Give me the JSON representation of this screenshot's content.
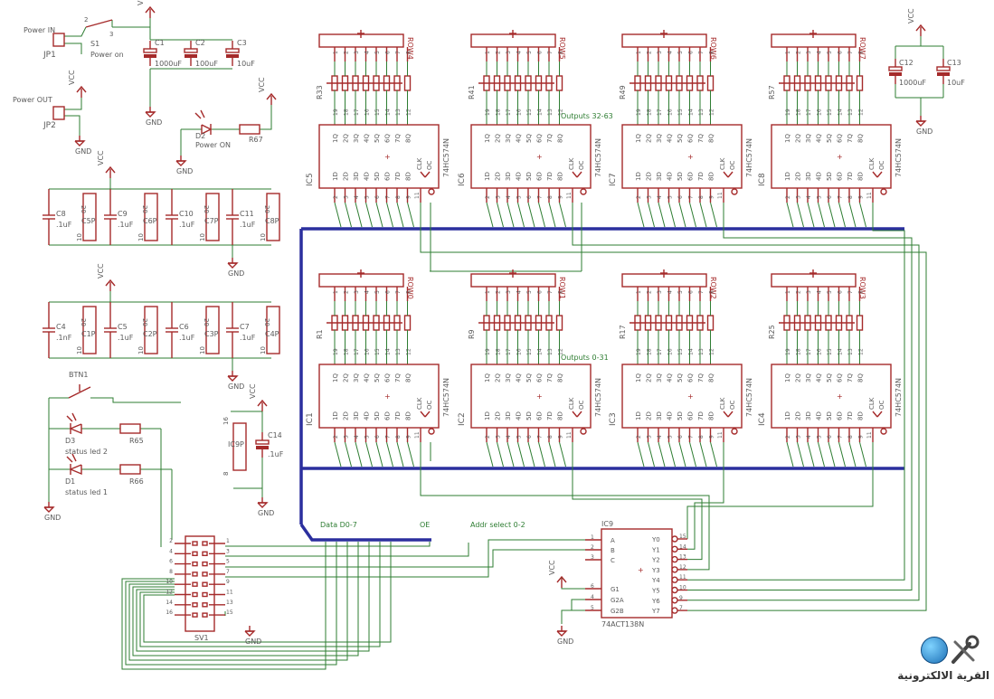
{
  "schematic": {
    "top_chips": [
      {
        "ic": "IC5",
        "row": "ROW4",
        "rn": "R33"
      },
      {
        "ic": "IC6",
        "row": "ROW5",
        "rn": "R41"
      },
      {
        "ic": "IC7",
        "row": "ROW6",
        "rn": "R49"
      },
      {
        "ic": "IC8",
        "row": "ROW7",
        "rn": "R57"
      }
    ],
    "bottom_chips": [
      {
        "ic": "IC1",
        "row": "ROW0",
        "rn": "R1"
      },
      {
        "ic": "IC2",
        "row": "ROW1",
        "rn": "R9"
      },
      {
        "ic": "IC3",
        "row": "ROW2",
        "rn": "R17"
      },
      {
        "ic": "IC4",
        "row": "ROW3",
        "rn": "R25"
      }
    ],
    "chip_part": "74HC574N",
    "q_pins": [
      "1Q",
      "2Q",
      "3Q",
      "4Q",
      "5Q",
      "6Q",
      "7Q",
      "8Q"
    ],
    "d_pins": [
      "1D",
      "2D",
      "3D",
      "4D",
      "5D",
      "6D",
      "7D",
      "8D"
    ],
    "q_nums": [
      "19",
      "18",
      "17",
      "16",
      "15",
      "14",
      "13",
      "12"
    ],
    "d_nums": [
      "2",
      "3",
      "4",
      "5",
      "6",
      "7",
      "8",
      "9"
    ],
    "clk": "CLK",
    "oc": "OC",
    "clk_num": "11",
    "oc_num": "1",
    "header_nums": [
      "1",
      "2",
      "3",
      "4",
      "5",
      "6",
      "7",
      "8"
    ],
    "outputs_top": "Outputs 32-63",
    "outputs_bottom": "Outputs 0-31",
    "power_in": "Power IN",
    "power_out": "Power OUT",
    "jp1": "JP1",
    "jp2": "JP2",
    "s1": "S1",
    "s1_label": "Power on",
    "vcc": "VCC",
    "gnd": "GND",
    "caps_top": [
      {
        "name": "C1",
        "value": "1000uF"
      },
      {
        "name": "C2",
        "value": "100uF"
      },
      {
        "name": "C3",
        "value": "10uF"
      }
    ],
    "d2": "D2",
    "d2_label": "Power ON",
    "r67": "R67",
    "decoup_row1": [
      {
        "c": "C8",
        "v": ".1uF",
        "p": "C5P"
      },
      {
        "c": "C9",
        "v": ".1uF",
        "p": "C6P"
      },
      {
        "c": "C10",
        "v": ".1uF",
        "p": "C7P"
      },
      {
        "c": "C11",
        "v": ".1uF",
        "p": "C8P"
      }
    ],
    "decoup_row2": [
      {
        "c": "C4",
        "v": ".1nF",
        "p": "C1P"
      },
      {
        "c": "C5",
        "v": ".1uF",
        "p": "C2P"
      },
      {
        "c": "C6",
        "v": ".1uF",
        "p": "C3P"
      },
      {
        "c": "C7",
        "v": ".1uF",
        "p": "C4P"
      }
    ],
    "pin20": "20",
    "pin10": "10",
    "pin16": "16",
    "pin8": "8",
    "btn1": "BTN1",
    "d3": "D3",
    "d3_label": "status led 2",
    "d1": "D1",
    "d1_label": "status led 1",
    "r65": "R65",
    "r66": "R66",
    "c14": "C14",
    "c14_value": ".1uF",
    "ic9p": "IC9P",
    "c12": "C12",
    "c12_value": "1000uF",
    "c13": "C13",
    "c13_value": "10uF",
    "sv1": "SV1",
    "sv1_left": [
      "2",
      "4",
      "6",
      "8",
      "10",
      "12",
      "14",
      "16"
    ],
    "sv1_right": [
      "1",
      "3",
      "5",
      "7",
      "9",
      "11",
      "13",
      "15"
    ],
    "data_label": "Data D0-7",
    "oe_label": "OE",
    "addr_label": "Addr select 0-2",
    "ic9": "IC9",
    "ic9_part": "74ACT138N",
    "ic9_in": [
      "A",
      "B",
      "C",
      "G1",
      "G2A",
      "G2B"
    ],
    "ic9_in_nums": [
      "1",
      "2",
      "3",
      "6",
      "4",
      "5"
    ],
    "ic9_out": [
      "Y0",
      "Y1",
      "Y2",
      "Y3",
      "Y4",
      "Y5",
      "Y6",
      "Y7"
    ],
    "ic9_out_nums": [
      "15",
      "14",
      "13",
      "12",
      "11",
      "10",
      "9",
      "7"
    ]
  },
  "logo": {
    "text": "القرية الالكترونية",
    "icon": "globe-tools-icon"
  }
}
